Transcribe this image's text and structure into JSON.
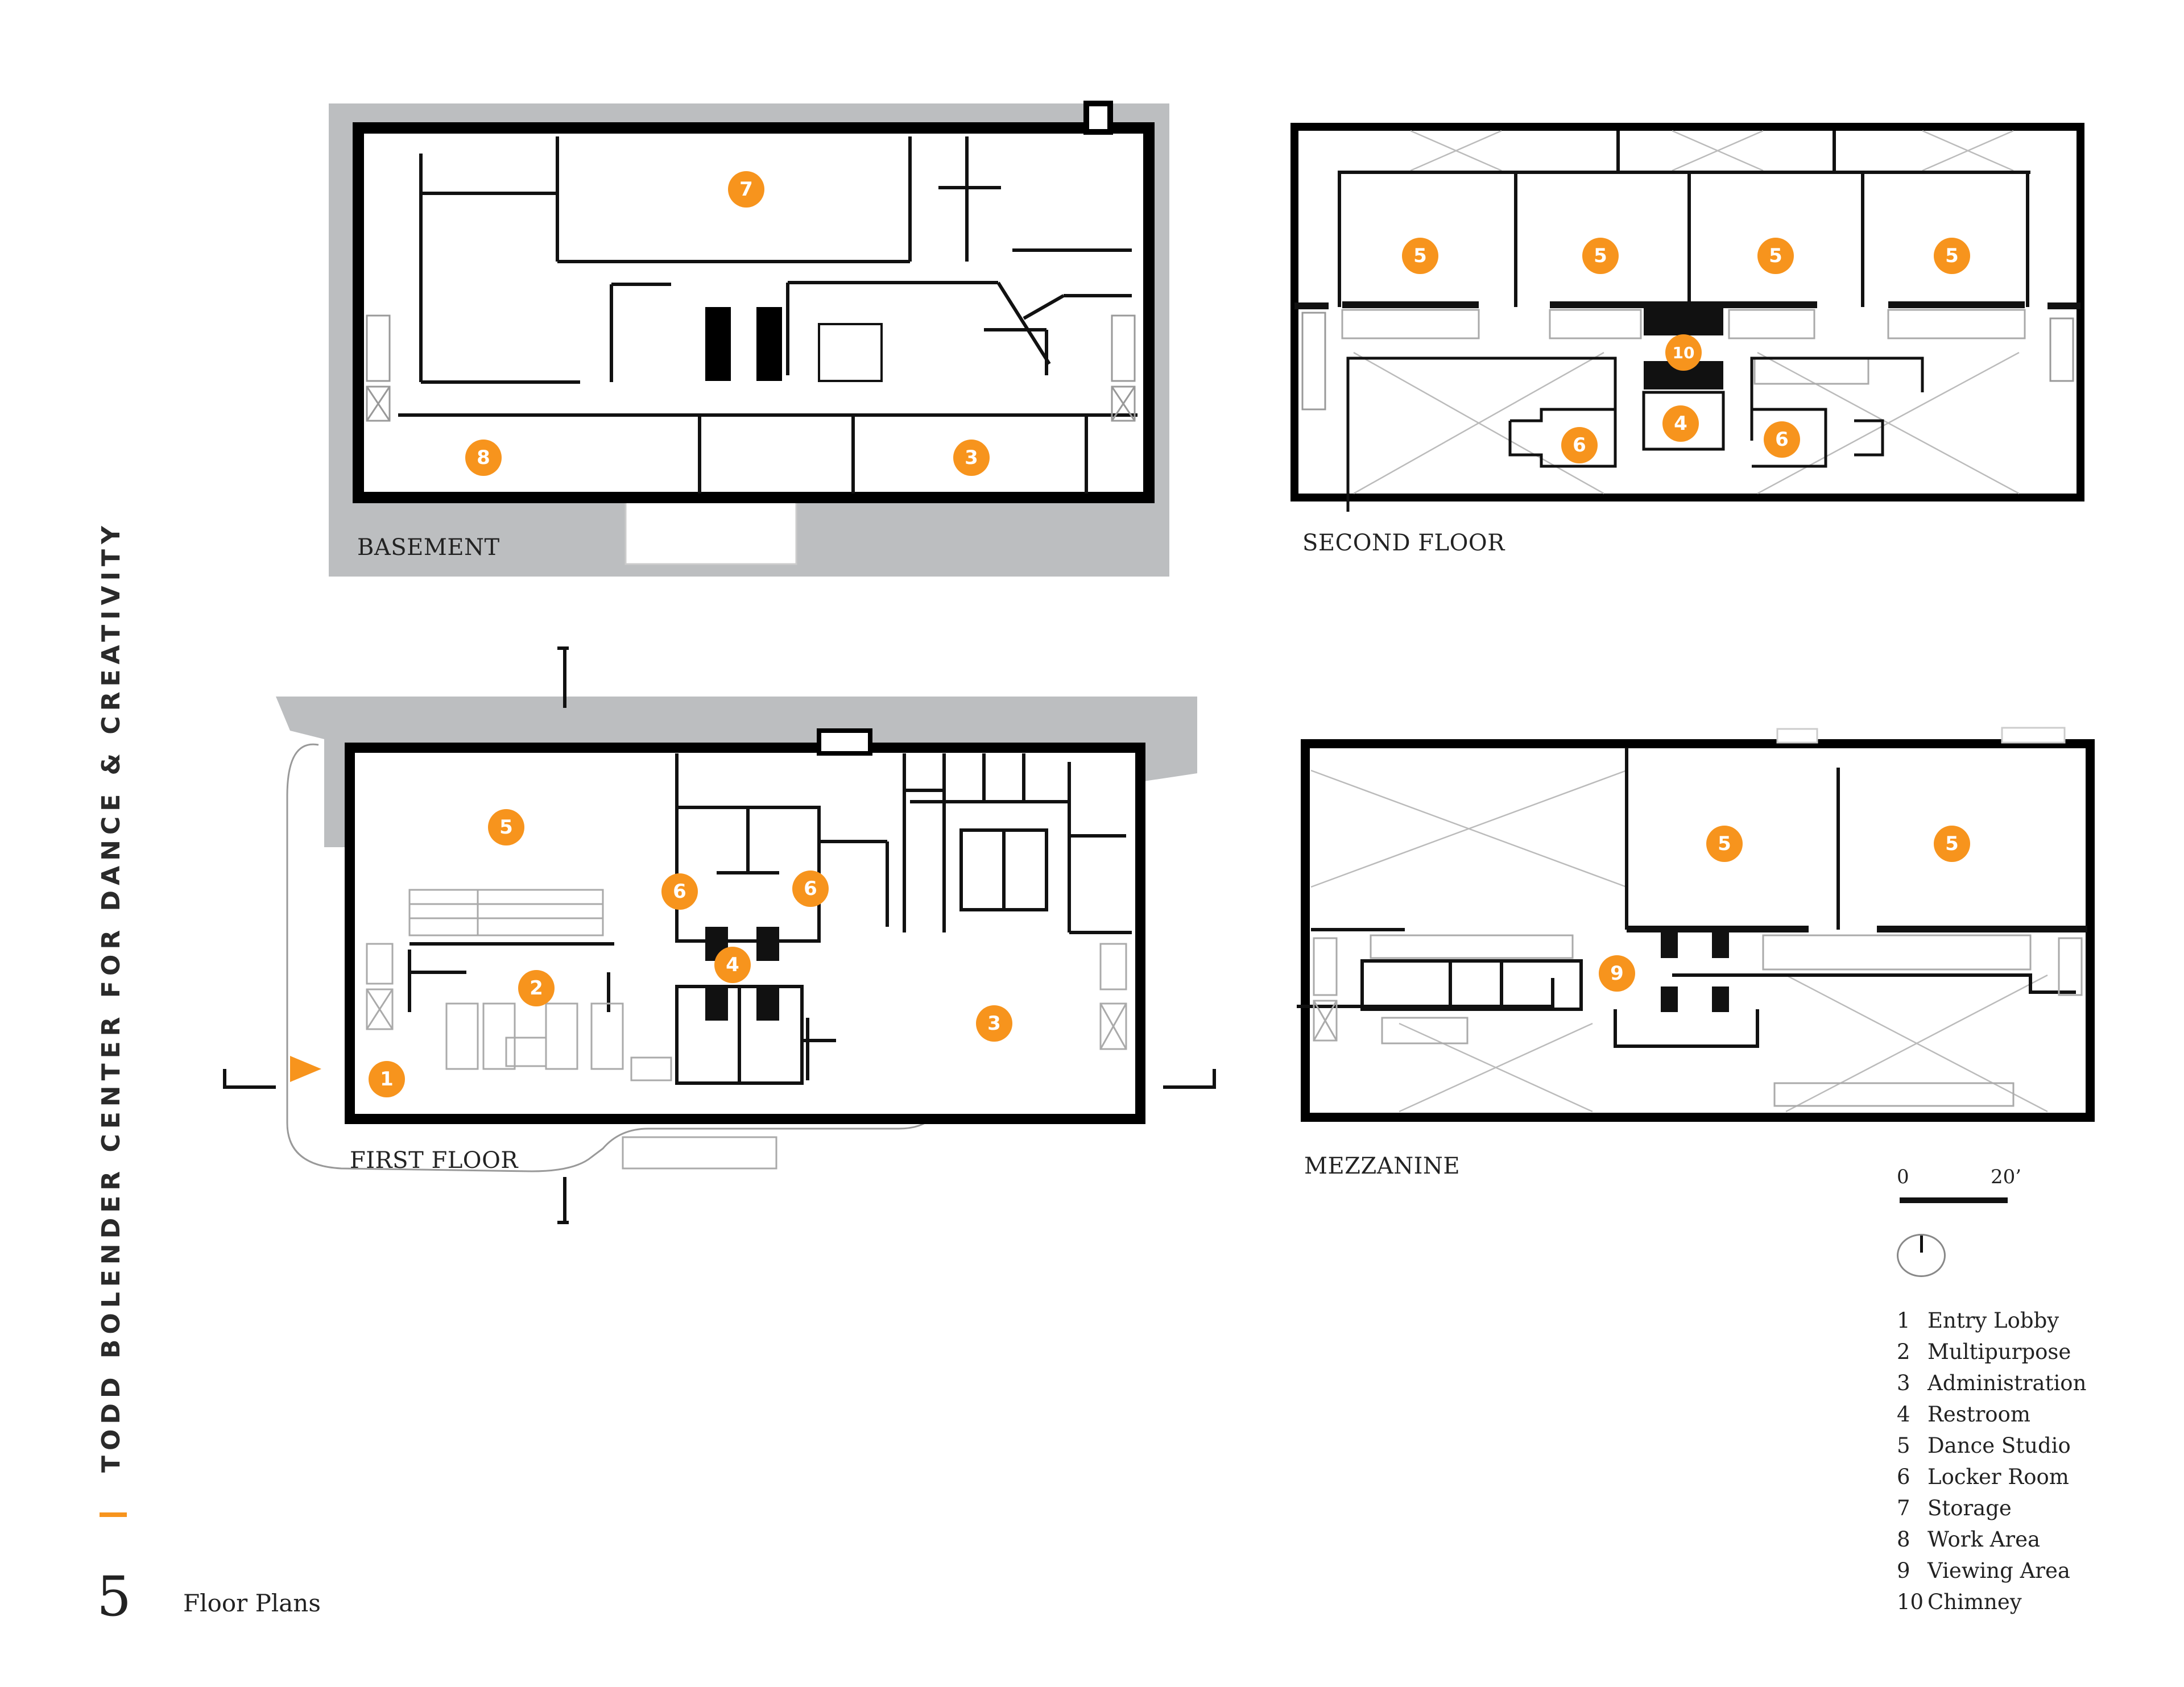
{
  "document": {
    "spine_title": "TODD BOLENDER CENTER FOR DANCE & CREATIVITY",
    "page_number": "5",
    "section_title": "Floor Plans",
    "accent_color": "#f7941d"
  },
  "floors": {
    "basement": {
      "label": "BASEMENT",
      "markers": [
        {
          "num": "7",
          "room": "Storage"
        },
        {
          "num": "8",
          "room": "Work Area"
        },
        {
          "num": "3",
          "room": "Administration"
        }
      ]
    },
    "second_floor": {
      "label": "SECOND FLOOR",
      "markers": [
        {
          "num": "5",
          "room": "Dance Studio"
        },
        {
          "num": "5",
          "room": "Dance Studio"
        },
        {
          "num": "5",
          "room": "Dance Studio"
        },
        {
          "num": "5",
          "room": "Dance Studio"
        },
        {
          "num": "10",
          "room": "Chimney"
        },
        {
          "num": "4",
          "room": "Restroom"
        },
        {
          "num": "6",
          "room": "Locker Room"
        },
        {
          "num": "6",
          "room": "Locker Room"
        }
      ]
    },
    "first_floor": {
      "label": "FIRST FLOOR",
      "markers": [
        {
          "num": "5",
          "room": "Dance Studio"
        },
        {
          "num": "6",
          "room": "Locker Room"
        },
        {
          "num": "6",
          "room": "Locker Room"
        },
        {
          "num": "2",
          "room": "Multipurpose"
        },
        {
          "num": "4",
          "room": "Restroom"
        },
        {
          "num": "3",
          "room": "Administration"
        },
        {
          "num": "1",
          "room": "Entry Lobby"
        }
      ]
    },
    "mezzanine": {
      "label": "MEZZANINE",
      "markers": [
        {
          "num": "5",
          "room": "Dance Studio"
        },
        {
          "num": "5",
          "room": "Dance Studio"
        },
        {
          "num": "9",
          "room": "Viewing Area"
        }
      ]
    }
  },
  "scale": {
    "start": "0",
    "end": "20’"
  },
  "legend": [
    {
      "num": "1",
      "label": "Entry Lobby"
    },
    {
      "num": "2",
      "label": "Multipurpose"
    },
    {
      "num": "3",
      "label": "Administration"
    },
    {
      "num": "4",
      "label": "Restroom"
    },
    {
      "num": "5",
      "label": "Dance Studio"
    },
    {
      "num": "6",
      "label": "Locker Room"
    },
    {
      "num": "7",
      "label": "Storage"
    },
    {
      "num": "8",
      "label": "Work Area"
    },
    {
      "num": "9",
      "label": "Viewing Area"
    },
    {
      "num": "10",
      "label": "Chimney"
    }
  ]
}
